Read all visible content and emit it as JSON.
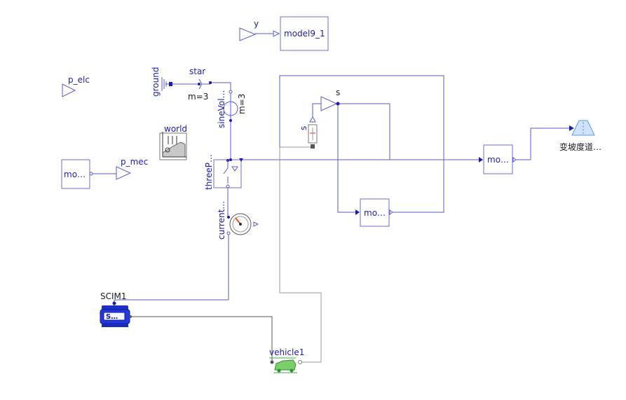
{
  "blocks": {
    "model9": "model9_1",
    "mo_left": "mo…",
    "mo_right": "mo…",
    "mo_middle": "mo…",
    "scim_inner": "S…"
  },
  "labels": {
    "y": "y",
    "p_elc": "p_elc",
    "ground": "ground",
    "star": "star",
    "m3_star": "m=3",
    "sine_voltage": "sineVol…",
    "m3_sine": "m=3",
    "world": "world",
    "p_mec": "p_mec",
    "three_phase": "threeP…",
    "current": "current…",
    "s_gain": "s",
    "s_sensor": "s",
    "scim": "SCIM1",
    "vehicle": "vehicle1",
    "road": "变坡度道…"
  },
  "colors": {
    "connector_blue": "#1b1bb5",
    "block_border": "#6b6bd6",
    "motor_blue": "#1f2fd8",
    "vehicle_green": "#3cb043",
    "road_blue": "#7fb4e8"
  }
}
